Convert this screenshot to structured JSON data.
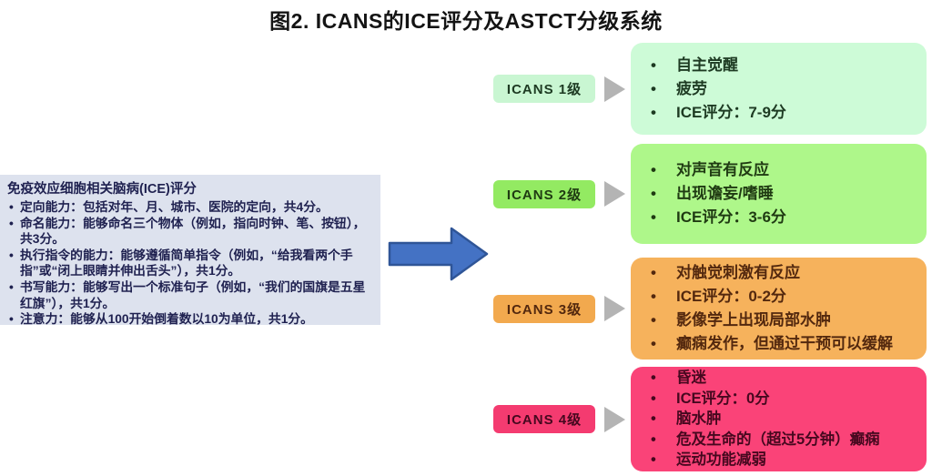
{
  "title": "图2. ICANS的ICE评分及ASTCT分级系统",
  "ice_panel": {
    "heading": "免疫效应细胞相关脑病(ICE)评分",
    "items": [
      "定向能力：包括对年、月、城市、医院的定向，共4分。",
      "命名能力：能够命名三个物体（例如，指向时钟、笔、按钮），共3分。",
      "执行指令的能力：能够遵循简单指令（例如，“给我看两个手指”或“闭上眼睛并伸出舌头”），共1分。",
      "书写能力：能够写出一个标准句子（例如，“我们的国旗是五星红旗”），共1分。",
      "注意力：能够从100开始倒着数以10为单位，共1分。"
    ]
  },
  "flow": {
    "main_arrow": "right-arrow",
    "main_arrow_fill": "#4472c4",
    "main_arrow_stroke": "#2f5597",
    "small_arrow_color": "#b4b4b4"
  },
  "grades": [
    {
      "label": "ICANS 1级",
      "label_color": "#c9f6d2",
      "box_color": "#cdfbd7",
      "text_color": "#1d3a22",
      "items": [
        "自主觉醒",
        "疲劳",
        "ICE评分：7-9分"
      ]
    },
    {
      "label": "ICANS 2级",
      "label_color": "#93ea62",
      "box_color": "#aef78a",
      "text_color": "#1f3a12",
      "items": [
        "对声音有反应",
        "出现谵妄/嗜睡",
        "ICE评分：3-6分"
      ]
    },
    {
      "label": "ICANS 3级",
      "label_color": "#f2a94e",
      "box_color": "#f6b25c",
      "text_color": "#53280e",
      "items": [
        "对触觉刺激有反应",
        "ICE评分：0-2分",
        "影像学上出现局部水肿",
        "癫痫发作，但通过干预可以缓解"
      ]
    },
    {
      "label": "ICANS 4级",
      "label_color": "#f43b70",
      "box_color": "#fa4378",
      "text_color": "#46081f",
      "items": [
        "昏迷",
        "ICE评分：0分",
        "脑水肿",
        "危及生命的（超过5分钟）癫痫",
        "运动功能减弱"
      ]
    }
  ]
}
